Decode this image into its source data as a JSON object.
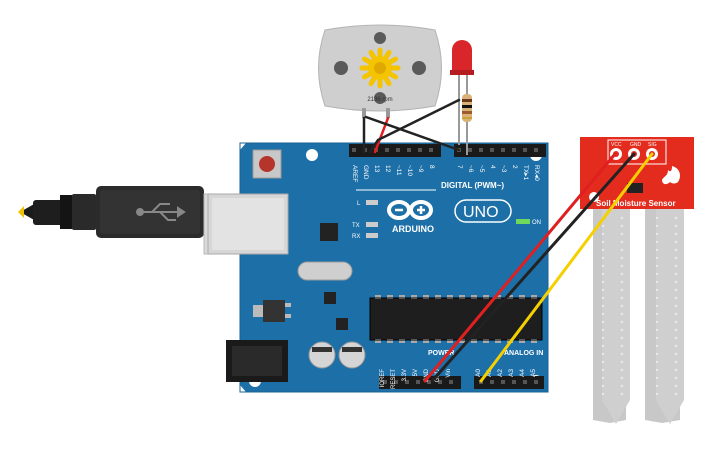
{
  "motor": {
    "speed_label": "2136 rpm"
  },
  "arduino": {
    "brand": "ARDUINO",
    "model": "UNO",
    "on_label": "ON",
    "l_label": "L",
    "tx_label": "TX",
    "rx_label": "RX",
    "digital_label": "DIGITAL (PWM~)",
    "power_label": "POWER",
    "analog_label": "ANALOG IN",
    "top_pins": [
      "AREF",
      "GND",
      "13",
      "12",
      "~11",
      "~10",
      "~9",
      "8",
      "7",
      "~6",
      "~5",
      "4",
      "~3",
      "2",
      "TX▸1",
      "RX◂0"
    ],
    "power_pins": [
      "IOREF",
      "RESET",
      "3.3V",
      "5V",
      "GND",
      "GND",
      "Vin"
    ],
    "analog_pins": [
      "A0",
      "A1",
      "A2",
      "A3",
      "A4",
      "A5"
    ]
  },
  "sensor": {
    "title": "Soil Moisture Sensor",
    "pins": [
      "VCC",
      "GND",
      "SIG"
    ]
  },
  "colors": {
    "board": "#1d6fa8",
    "board_dark": "#15557f",
    "sensor_red": "#e32b1e",
    "wire_red": "#e02020",
    "wire_black": "#222222",
    "wire_yellow": "#f5d000",
    "led_red": "#d9262a",
    "motor_fan": "#f5c400"
  }
}
